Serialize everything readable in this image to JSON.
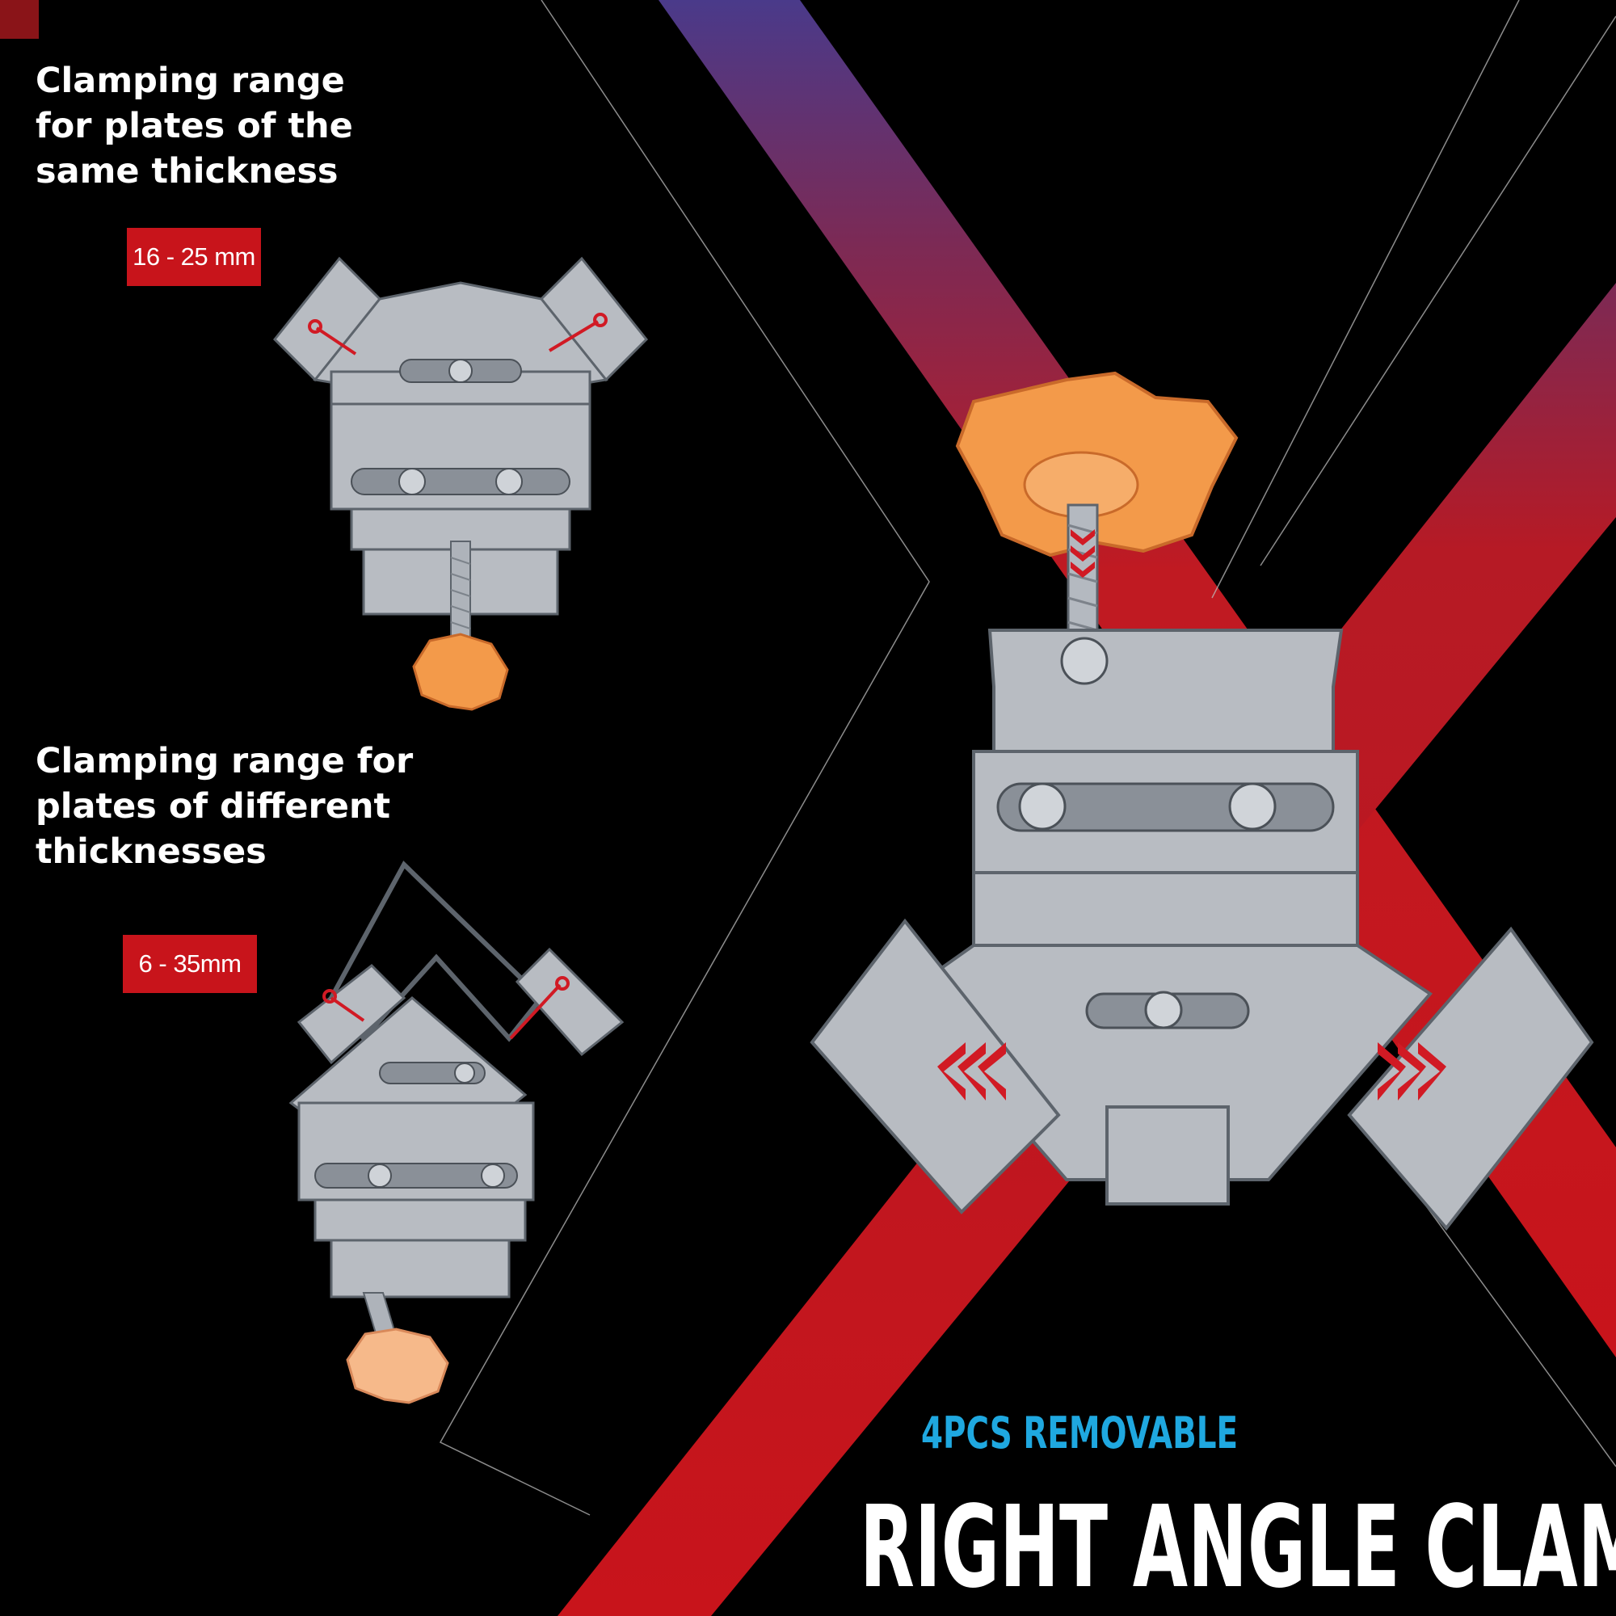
{
  "headings": {
    "same_thickness": "Clamping range\nfor plates of the\nsame thickness",
    "different_thickness": "Clamping range for\nplates of different\nthicknesses"
  },
  "badges": {
    "same_range": "16 - 25 mm",
    "different_range": "6 - 35mm"
  },
  "product": {
    "subtitle": "4PCS REMOVABLE",
    "title": "RIGHT ANGLE CLAMP"
  },
  "colors": {
    "background": "#000000",
    "accent_red": "#c8141b",
    "knob_orange": "#f39a4a",
    "subtitle_blue": "#1fa8e0"
  }
}
